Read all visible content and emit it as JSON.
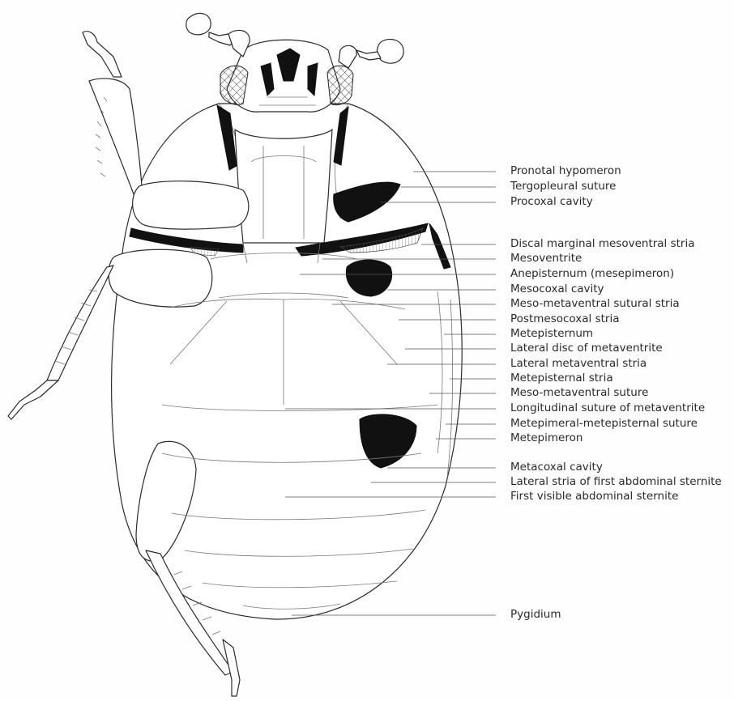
{
  "figure": {
    "labels": [
      "Pronotal hypomeron",
      "Tergopleural suture",
      "Procoxal cavity",
      "Discal marginal mesoventral stria",
      "Mesoventrite",
      "Anepisternum (mesepimeron)",
      "Mesocoxal cavity",
      "Meso-metaventral sutural stria",
      "Postmesocoxal stria",
      "Metepisternum",
      "Lateral disc of metaventrite",
      "Lateral metaventral stria",
      "Metepisternal stria",
      "Meso-metaventral suture",
      "Longitudinal suture of metaventrite",
      "Metepimeral-metepisternal suture",
      "Metepimeron",
      "Metacoxal cavity",
      "Lateral stria of first abdominal sternite",
      "First visible abdominal sternite",
      "Pygidium"
    ]
  }
}
